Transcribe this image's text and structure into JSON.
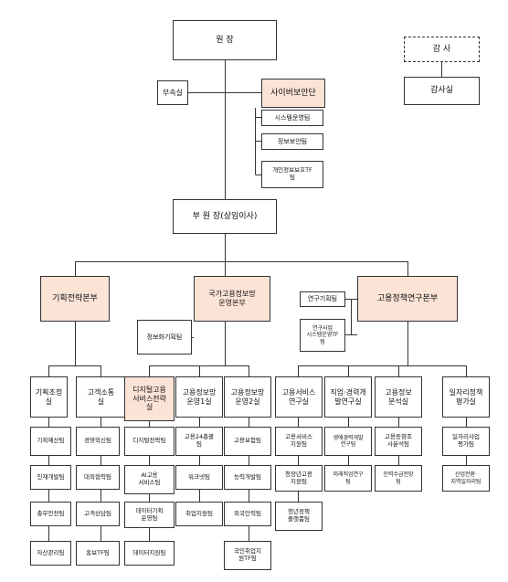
{
  "org": {
    "president": "원 장",
    "auditor": "감 사",
    "audit_office": "감사실",
    "affiliated_office": "부속실",
    "cyber_security_team": "사이버보안단",
    "system_ops_team": "시스템운영팀",
    "info_protection_team": "정보보안팀",
    "privacy_tf_team": "개인정보보호TF\n팀",
    "vice_president": "부 원 장(상임이사)",
    "division_planning": "기획전략본부",
    "division_employment_info": "국가고용정보망\n운영본부",
    "division_research": "고용정책연구본부",
    "info_planning_team": "정보화기획팀",
    "research_planning_team": "연구기획팀",
    "research_project_tf_team": "연구사업\n시스템운영TF\n팀",
    "departments": [
      "기획조정\n실",
      "고객소통\n실",
      "디지털고용\n서비스전략\n실",
      "고용정보망\n운영1실",
      "고용정보망\n운영2실",
      "고용서비스\n연구실",
      "직업·경력개\n발연구실",
      "고용정보\n분석실",
      "일자리정책\n평가실"
    ],
    "teams_row1": [
      "기획예산팀",
      "경영혁신팀",
      "디지털전략팀",
      "고용24총괄\n팀",
      "고용보험팀",
      "고용서비스\n지원팀",
      "생애경력개발\n연구팀",
      "고용동향조\n사분석팀",
      "일자리사업\n평가팀"
    ],
    "teams_row2": [
      "인재개발팀",
      "대외협력팀",
      "AI고용\n서비스팀",
      "워크넷팀",
      "능력개발팀",
      "청장년고용\n지원팀",
      "미래직업연구\n팀",
      "인력수급전망\n팀",
      "산업전환·\n지역일자리팀"
    ],
    "teams_row3": [
      "총무안전팀",
      "고객상담팀",
      "데이터기획\n운영팀",
      "취업지원팀",
      "외국인력팀",
      "청년정책\n플랫폼팀"
    ],
    "teams_row4": [
      "자산관리팀",
      "홍보TF팀",
      "데이터지원팀",
      "국민취업지\n원TF팀"
    ]
  },
  "colors": {
    "highlight_fill": "#fbe3d6",
    "line": "#333333"
  }
}
